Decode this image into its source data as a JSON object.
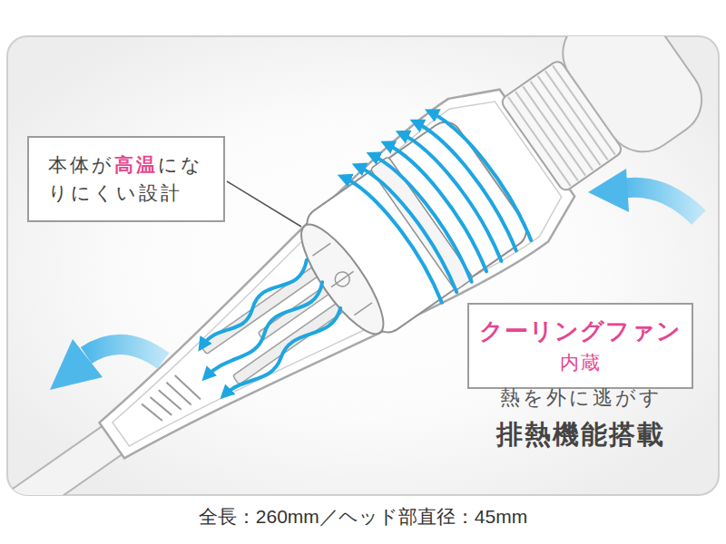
{
  "diagram": {
    "nodes": [
      {
        "text": [
          "本体が高温になりにくい設計"
        ]
      },
      {
        "text": [
          "クーリングファン",
          "内蔵"
        ]
      }
    ],
    "labels": [
      "熱を外に逃がす",
      "排熱機能搭載",
      "全長：260mm／ヘッド部直径：45mm"
    ]
  }
}
